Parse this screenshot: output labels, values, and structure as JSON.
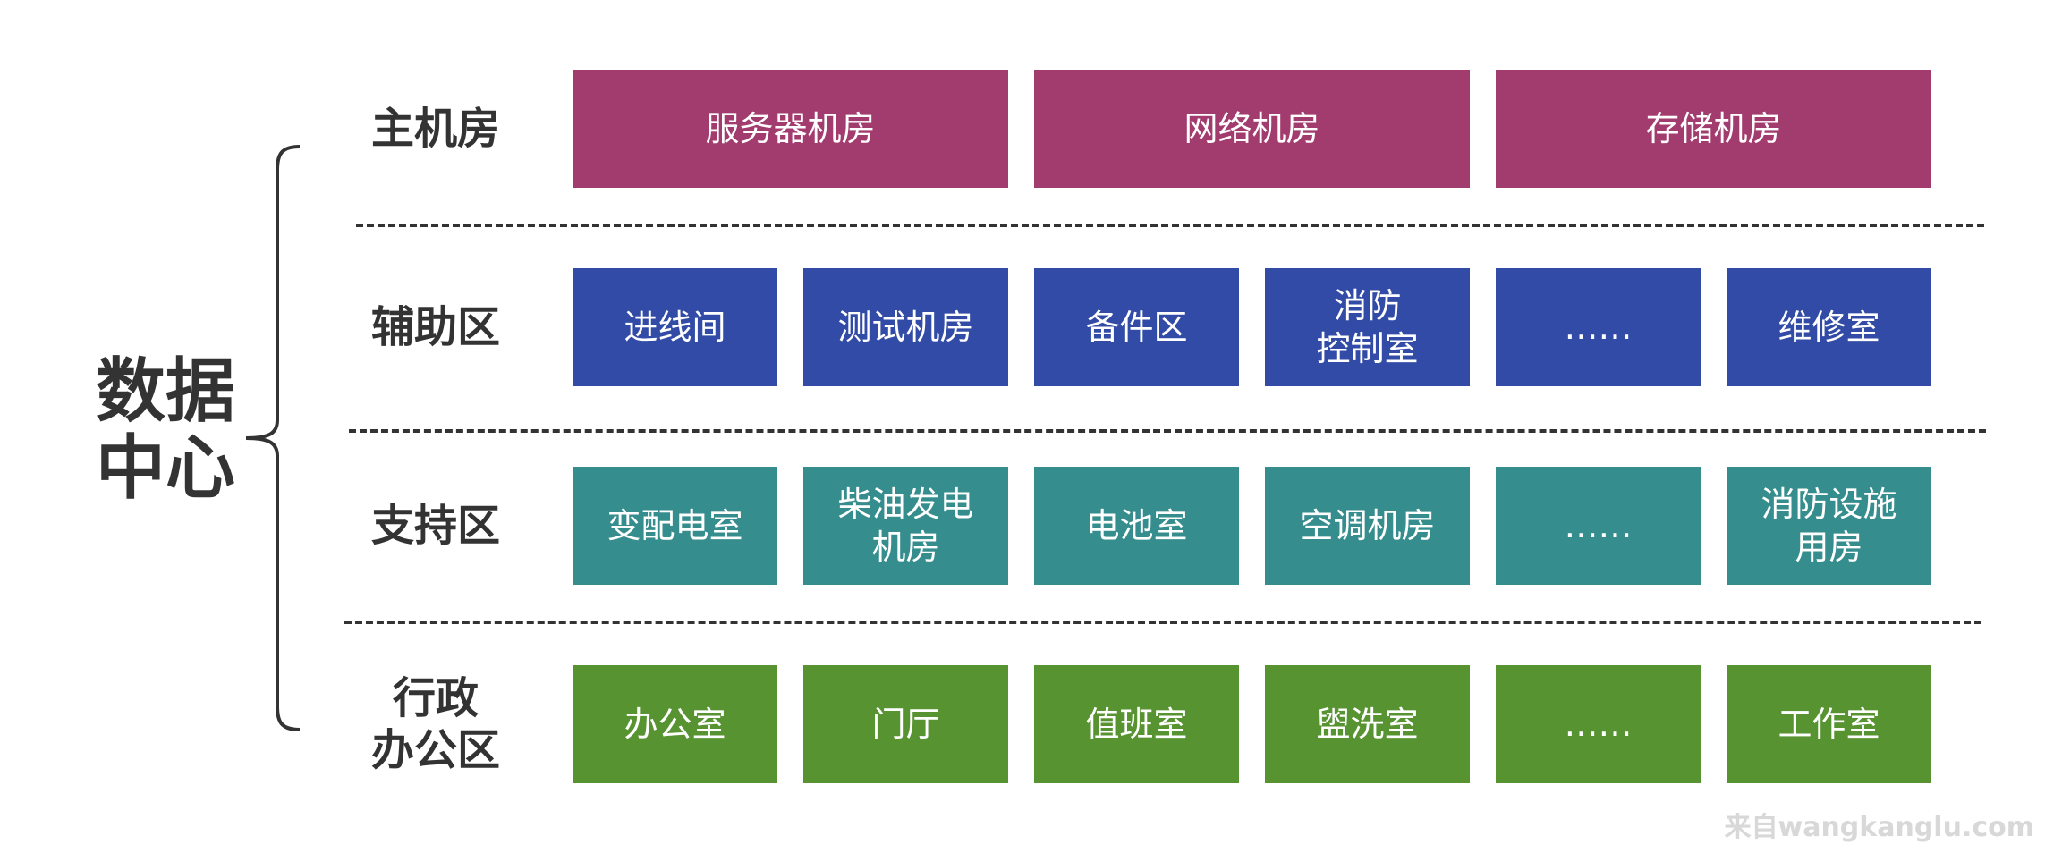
{
  "diagram": {
    "title": [
      "数据",
      "中心"
    ],
    "colors": {
      "text_dark": "#333333",
      "row_main": "#a33c6e",
      "row_aux": "#314ba6",
      "row_support": "#368d8e",
      "row_admin": "#579331"
    },
    "rows": [
      {
        "label": [
          "主机房"
        ],
        "color": "#a33c6e",
        "cells": [
          [
            "服务器机房"
          ],
          [
            "网络机房"
          ],
          [
            "存储机房"
          ]
        ]
      },
      {
        "label": [
          "辅助区"
        ],
        "color": "#314ba6",
        "cells": [
          [
            "进线间"
          ],
          [
            "测试机房"
          ],
          [
            "备件区"
          ],
          [
            "消防",
            "控制室"
          ],
          [
            "……"
          ],
          [
            "维修室"
          ]
        ]
      },
      {
        "label": [
          "支持区"
        ],
        "color": "#368d8e",
        "cells": [
          [
            "变配电室"
          ],
          [
            "柴油发电",
            "机房"
          ],
          [
            "电池室"
          ],
          [
            "空调机房"
          ],
          [
            "……"
          ],
          [
            "消防设施",
            "用房"
          ]
        ]
      },
      {
        "label": [
          "行政",
          "办公区"
        ],
        "color": "#579331",
        "cells": [
          [
            "办公室"
          ],
          [
            "门厅"
          ],
          [
            "值班室"
          ],
          [
            "盥洗室"
          ],
          [
            "……"
          ],
          [
            "工作室"
          ]
        ]
      }
    ]
  },
  "watermark": "来自wangkanglu.com"
}
